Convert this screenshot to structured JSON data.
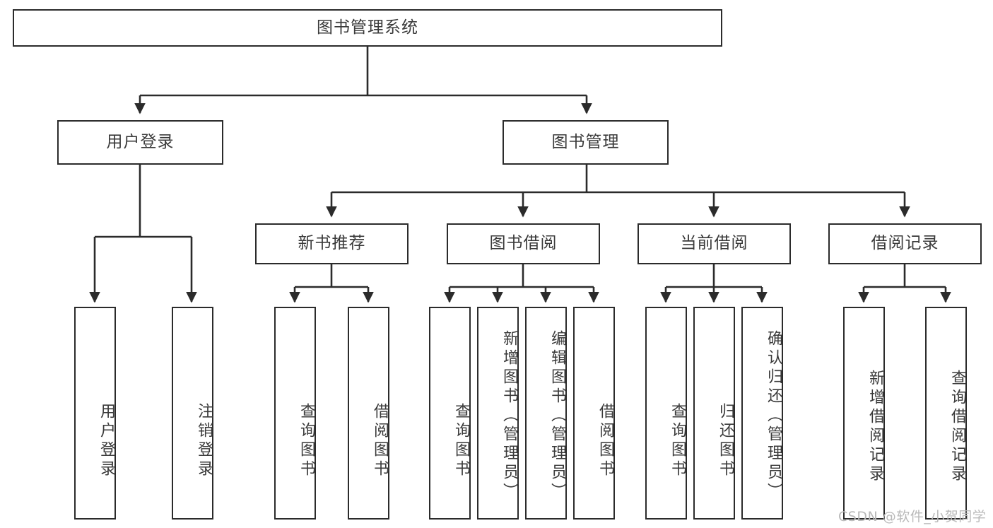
{
  "diagram": {
    "type": "tree-hierarchy",
    "title": "图书管理系统",
    "root": {
      "label": "图书管理系统"
    },
    "level2": [
      {
        "id": "user-login",
        "label": "用户登录"
      },
      {
        "id": "book-manage",
        "label": "图书管理"
      }
    ],
    "level3": [
      {
        "id": "new-book-recommend",
        "label": "新书推荐",
        "parent": "book-manage"
      },
      {
        "id": "book-borrow",
        "label": "图书借阅",
        "parent": "book-manage"
      },
      {
        "id": "current-borrow",
        "label": "当前借阅",
        "parent": "book-manage"
      },
      {
        "id": "borrow-record",
        "label": "借阅记录",
        "parent": "book-manage"
      }
    ],
    "leaves": [
      {
        "id": "leaf-user-login",
        "label": "用户登录",
        "parent": "user-login"
      },
      {
        "id": "leaf-user-logout",
        "label": "注销登录",
        "parent": "user-login"
      },
      {
        "id": "leaf-query-book-1",
        "label": "查询图书",
        "parent": "new-book-recommend"
      },
      {
        "id": "leaf-borrow-book-1",
        "label": "借阅图书",
        "parent": "new-book-recommend"
      },
      {
        "id": "leaf-query-book-2",
        "label": "查询图书",
        "parent": "book-borrow"
      },
      {
        "id": "leaf-add-book",
        "label": "新增图书（管理员）",
        "parent": "book-borrow"
      },
      {
        "id": "leaf-edit-book",
        "label": "编辑图书（管理员）",
        "parent": "book-borrow"
      },
      {
        "id": "leaf-borrow-book-2",
        "label": "借阅图书",
        "parent": "book-borrow"
      },
      {
        "id": "leaf-query-book-3",
        "label": "查询图书",
        "parent": "current-borrow"
      },
      {
        "id": "leaf-return-book",
        "label": "归还图书",
        "parent": "current-borrow"
      },
      {
        "id": "leaf-confirm-return",
        "label": "确认归还（管理员）",
        "parent": "current-borrow"
      },
      {
        "id": "leaf-add-record",
        "label": "新增借阅记录",
        "parent": "borrow-record"
      },
      {
        "id": "leaf-query-record",
        "label": "查询借阅记录",
        "parent": "borrow-record"
      }
    ],
    "colors": {
      "stroke": "#2b2b2b",
      "fill": "#ffffff",
      "text": "#3a3a3a",
      "watermark": "#b9b9b9"
    }
  },
  "watermark": {
    "text": "CSDN @软件_小贺同学"
  }
}
